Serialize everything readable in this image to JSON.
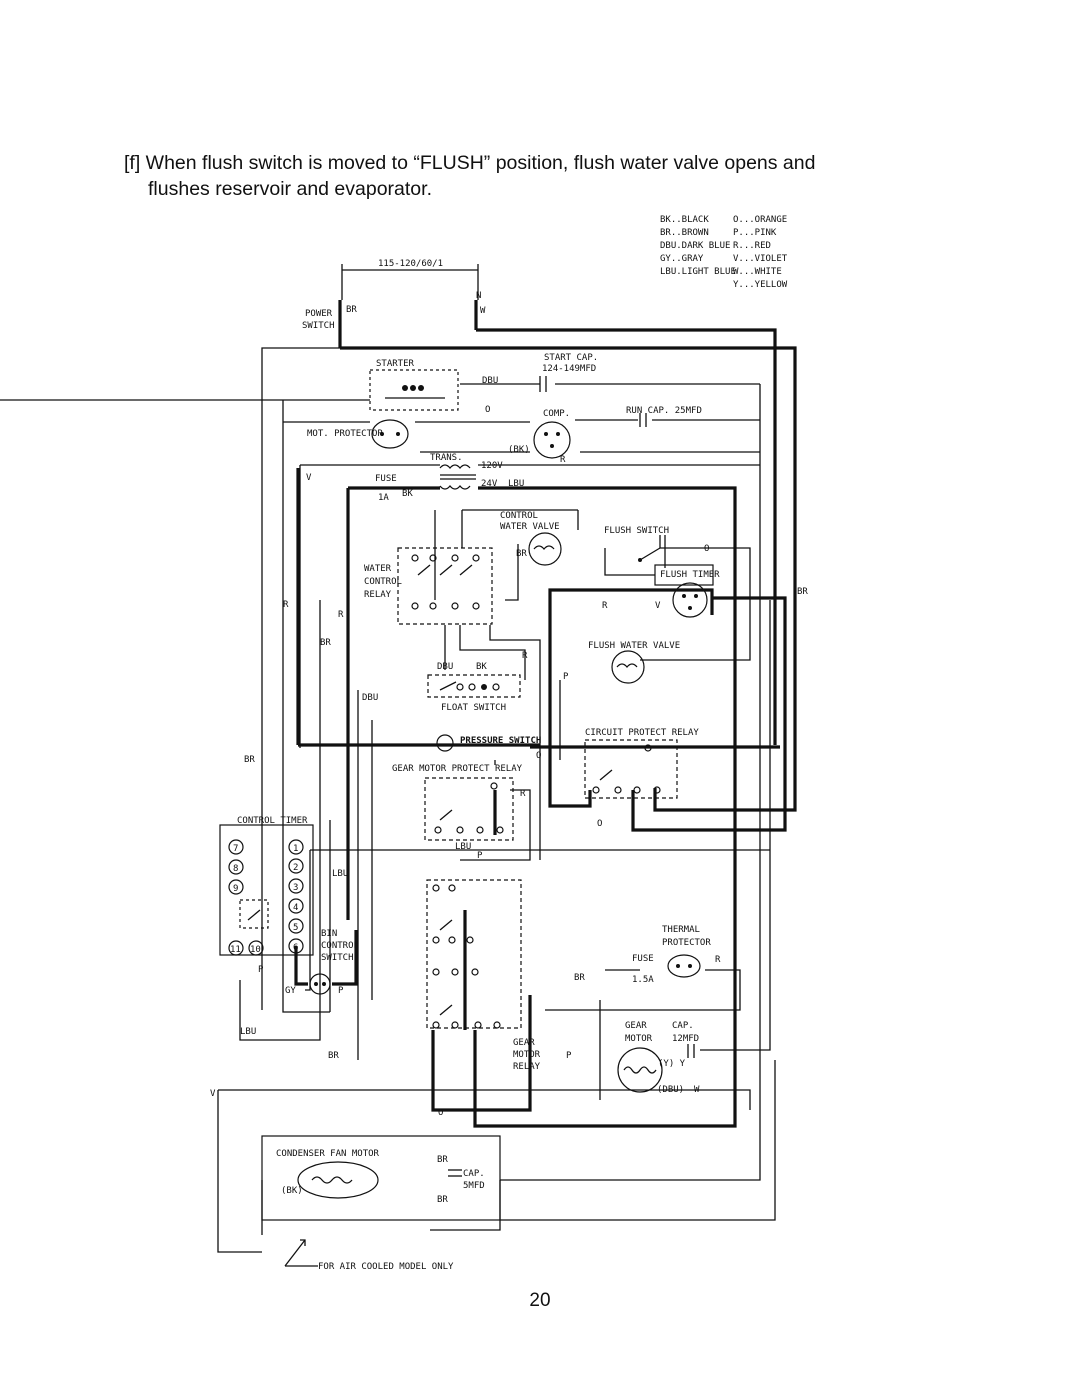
{
  "document": {
    "intro_line1": "[f] When flush switch is moved to “FLUSH” position, flush water valve opens and",
    "intro_line2": "flushes reservoir and evaporator.",
    "page_number": "20"
  },
  "legend": {
    "left": [
      "BK..BLACK",
      "BR..BROWN",
      "DBU.DARK BLUE",
      "GY..GRAY",
      "LBU.LIGHT BLUE"
    ],
    "right": [
      "O...ORANGE",
      "P...PINK",
      "R...RED",
      "V...VIOLET",
      "W...WHITE",
      "Y...YELLOW"
    ]
  },
  "diagram": {
    "supply": "115-120/60/1",
    "power_switch_line1": "POWER",
    "power_switch_line2": "SWITCH",
    "starter": "STARTER",
    "start_cap_line1": "START CAP.",
    "start_cap_line2": "124-149MFD",
    "mot_protector": "MOT. PROTECTOR",
    "comp": "COMP.",
    "run_cap": "RUN CAP. 25MFD",
    "trans": "TRANS.",
    "v120": "120V",
    "v24": "24V",
    "fuse": "FUSE",
    "fuse_rating": "1A",
    "control_water_valve_line1": "CONTROL",
    "control_water_valve_line2": "WATER VALVE",
    "flush_switch": "FLUSH SWITCH",
    "flush_timer": "FLUSH TIMER",
    "water_control_relay_line1": "WATER",
    "water_control_relay_line2": "CONTROL",
    "water_control_relay_line3": "RELAY",
    "flush_water_valve": "FLUSH WATER VALVE",
    "float_switch": "FLOAT SWITCH",
    "pressure_switch": "PRESSURE SWITCH",
    "circuit_protect_relay": "CIRCUIT PROTECT RELAY",
    "gear_motor_protect_relay": "GEAR MOTOR PROTECT RELAY",
    "control_timer": "CONTROL TIMER",
    "bin_control_line1": "BIN",
    "bin_control_line2": "CONTROL",
    "bin_control_line3": "SWITCH",
    "thermal_protector_line1": "THERMAL",
    "thermal_protector_line2": "PROTECTOR",
    "fuse2": "FUSE",
    "fuse2_rating": "1.5A",
    "gear_motor_line1": "GEAR",
    "gear_motor_line2": "MOTOR",
    "gear_cap": "CAP.",
    "gear_cap_rating": "12MFD",
    "gear_motor_relay_line1": "GEAR",
    "gear_motor_relay_line2": "MOTOR",
    "gear_motor_relay_line3": "RELAY",
    "condenser_fan_motor": "CONDENSER FAN MOTOR",
    "cfm_cap": "CAP.",
    "cfm_cap_rating": "5MFD",
    "air_cooled_note": "FOR AIR COOLED MODEL ONLY",
    "wire_colors": {
      "br": "BR",
      "n": "N",
      "w": "W",
      "dbu": "DBU",
      "o": "O",
      "bk": "(BK)",
      "r": "R",
      "v": "V",
      "bk_plain": "BK",
      "lbu": "LBU",
      "p": "P",
      "gy": "GY",
      "y": "Y",
      "yy": "(Y) Y",
      "dbu_p": "(DBU)"
    },
    "timer_terminals_left": [
      "7",
      "8",
      "9",
      "11",
      "10"
    ],
    "timer_terminals_right": [
      "1",
      "2",
      "3",
      "4",
      "5",
      "6"
    ]
  }
}
